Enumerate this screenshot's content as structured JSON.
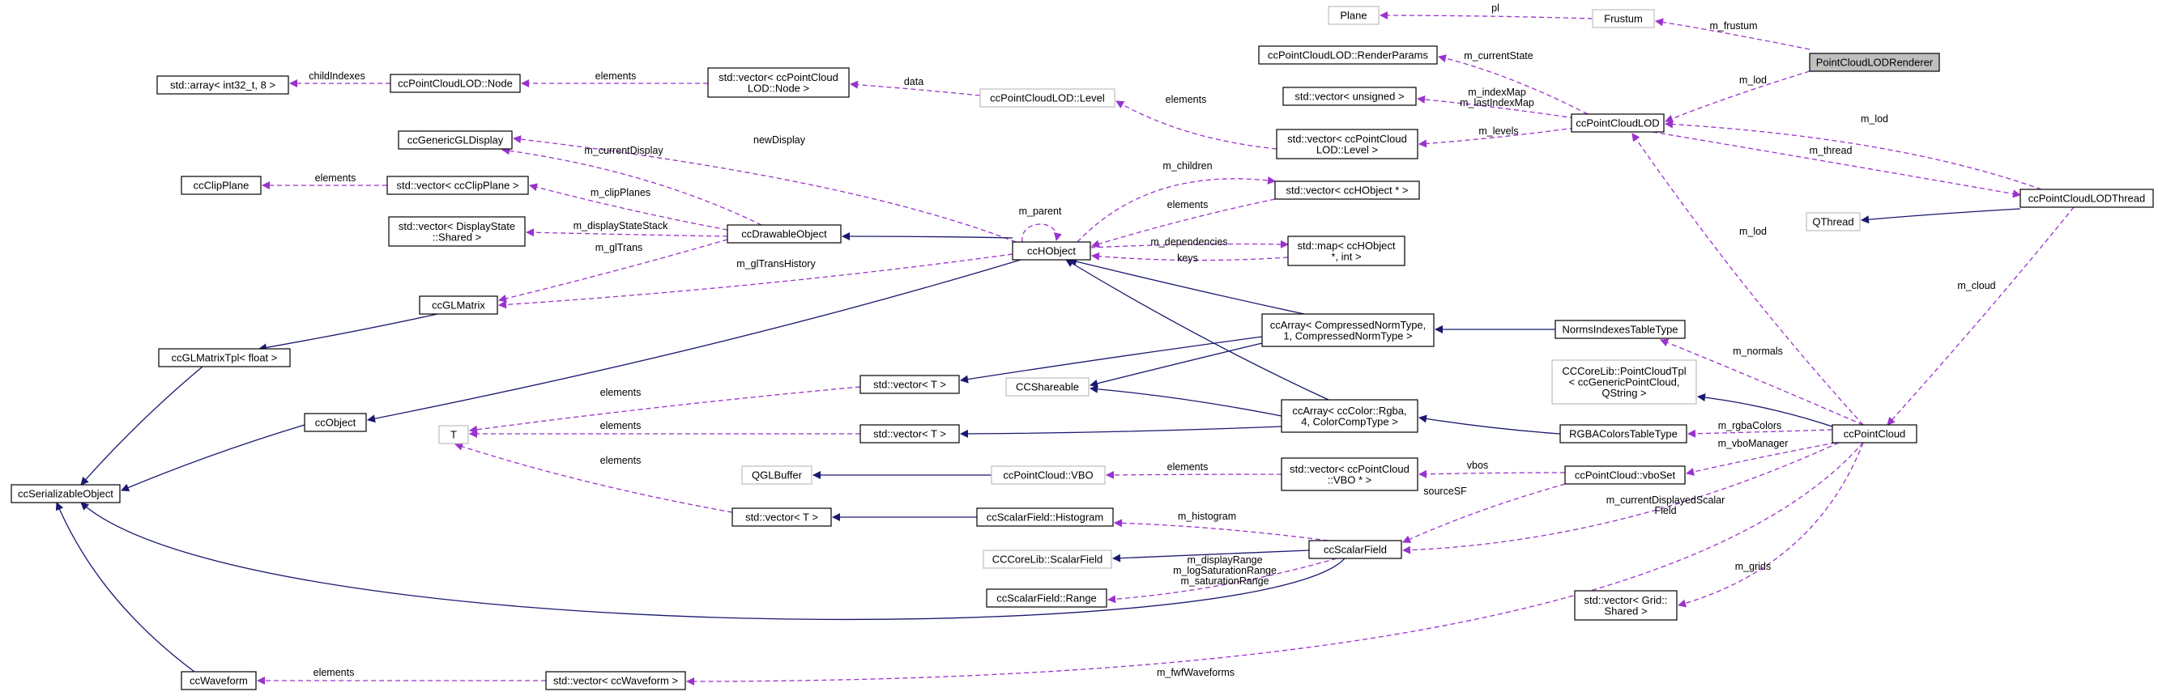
{
  "colors": {
    "inheritance": "#191970",
    "usage": "#9a32cd",
    "node_border": "#000000",
    "undocumented_border": "#bfbfbf",
    "selected_fill": "#bfbfbf"
  },
  "nodes": [
    {
      "id": "Plane",
      "lines": [
        "Plane"
      ],
      "style": "gray"
    },
    {
      "id": "Frustum",
      "lines": [
        "Frustum"
      ],
      "style": "gray"
    },
    {
      "id": "PointCloudLODRenderer",
      "lines": [
        "PointCloudLODRenderer"
      ],
      "style": "selected"
    },
    {
      "id": "RenderParams",
      "lines": [
        "ccPointCloudLOD::RenderParams"
      ],
      "style": "normal"
    },
    {
      "id": "VecUnsigned",
      "lines": [
        "std::vector< unsigned >"
      ],
      "style": "normal"
    },
    {
      "id": "ccPointCloudLOD",
      "lines": [
        "ccPointCloudLOD"
      ],
      "style": "normal"
    },
    {
      "id": "VecLevel",
      "lines": [
        "std::vector< ccPointCloud",
        "LOD::Level >"
      ],
      "style": "normal"
    },
    {
      "id": "Level",
      "lines": [
        "ccPointCloudLOD::Level"
      ],
      "style": "gray"
    },
    {
      "id": "VecNode",
      "lines": [
        "std::vector< ccPointCloud",
        "LOD::Node >"
      ],
      "style": "normal"
    },
    {
      "id": "LODNode",
      "lines": [
        "ccPointCloudLOD::Node"
      ],
      "style": "normal"
    },
    {
      "id": "Array8",
      "lines": [
        "std::array< int32_t, 8 >"
      ],
      "style": "normal"
    },
    {
      "id": "ccGenericGLDisplay",
      "lines": [
        "ccGenericGLDisplay"
      ],
      "style": "normal"
    },
    {
      "id": "ccClipPlane",
      "lines": [
        "ccClipPlane"
      ],
      "style": "normal"
    },
    {
      "id": "VecClipPlane",
      "lines": [
        "std::vector< ccClipPlane >"
      ],
      "style": "normal"
    },
    {
      "id": "VecDisplayState",
      "lines": [
        "std::vector< DisplayState",
        "::Shared >"
      ],
      "style": "normal"
    },
    {
      "id": "ccDrawableObject",
      "lines": [
        "ccDrawableObject"
      ],
      "style": "normal"
    },
    {
      "id": "ccHObject",
      "lines": [
        "ccHObject"
      ],
      "style": "normal"
    },
    {
      "id": "VecHObject",
      "lines": [
        "std::vector< ccHObject * >"
      ],
      "style": "normal"
    },
    {
      "id": "MapHObject",
      "lines": [
        "std::map< ccHObject",
        "*, int >"
      ],
      "style": "normal"
    },
    {
      "id": "ccGLMatrix",
      "lines": [
        "ccGLMatrix"
      ],
      "style": "normal"
    },
    {
      "id": "ccGLMatrixTpl",
      "lines": [
        "ccGLMatrixTpl< float >"
      ],
      "style": "normal"
    },
    {
      "id": "ccObject",
      "lines": [
        "ccObject"
      ],
      "style": "normal"
    },
    {
      "id": "ccSerializableObject",
      "lines": [
        "ccSerializableObject"
      ],
      "style": "normal"
    },
    {
      "id": "ccWaveform",
      "lines": [
        "ccWaveform"
      ],
      "style": "normal"
    },
    {
      "id": "VecWaveform",
      "lines": [
        "std::vector< ccWaveform >"
      ],
      "style": "normal"
    },
    {
      "id": "ccArrayNorm",
      "lines": [
        "ccArray< CompressedNormType,",
        "1, CompressedNormType >"
      ],
      "style": "normal"
    },
    {
      "id": "NormsIndexesTableType",
      "lines": [
        "NormsIndexesTableType"
      ],
      "style": "normal"
    },
    {
      "id": "VecT1",
      "lines": [
        "std::vector< T >"
      ],
      "style": "normal"
    },
    {
      "id": "CCShareable",
      "lines": [
        "CCShareable"
      ],
      "style": "gray"
    },
    {
      "id": "T",
      "lines": [
        "T"
      ],
      "style": "gray"
    },
    {
      "id": "VecT2",
      "lines": [
        "std::vector< T >"
      ],
      "style": "normal"
    },
    {
      "id": "ccArrayRgba",
      "lines": [
        "ccArray< ccColor::Rgba,",
        "4, ColorCompType >"
      ],
      "style": "normal"
    },
    {
      "id": "RGBAColorsTableType",
      "lines": [
        "RGBAColorsTableType"
      ],
      "style": "normal"
    },
    {
      "id": "CCCoreLibPointCloudTpl",
      "lines": [
        "CCCoreLib::PointCloudTpl",
        "< ccGenericPointCloud,",
        "QString >"
      ],
      "style": "gray"
    },
    {
      "id": "ccPointCloud",
      "lines": [
        "ccPointCloud"
      ],
      "style": "normal"
    },
    {
      "id": "QThread",
      "lines": [
        "QThread"
      ],
      "style": "gray"
    },
    {
      "id": "ccPointCloudLODThread",
      "lines": [
        "ccPointCloudLODThread"
      ],
      "style": "normal"
    },
    {
      "id": "QGLBuffer",
      "lines": [
        "QGLBuffer"
      ],
      "style": "gray"
    },
    {
      "id": "VBO",
      "lines": [
        "ccPointCloud::VBO"
      ],
      "style": "gray"
    },
    {
      "id": "VecVBO",
      "lines": [
        "std::vector< ccPointCloud",
        "::VBO * >"
      ],
      "style": "normal"
    },
    {
      "id": "vboSet",
      "lines": [
        "ccPointCloud::vboSet"
      ],
      "style": "normal"
    },
    {
      "id": "VecT3",
      "lines": [
        "std::vector< T >"
      ],
      "style": "normal"
    },
    {
      "id": "Histogram",
      "lines": [
        "ccScalarField::Histogram"
      ],
      "style": "normal"
    },
    {
      "id": "CCCoreLibScalarField",
      "lines": [
        "CCCoreLib::ScalarField"
      ],
      "style": "gray"
    },
    {
      "id": "ccScalarField",
      "lines": [
        "ccScalarField"
      ],
      "style": "normal"
    },
    {
      "id": "Range",
      "lines": [
        "ccScalarField::Range"
      ],
      "style": "normal"
    },
    {
      "id": "VecGrid",
      "lines": [
        "std::vector< Grid::",
        "Shared >"
      ],
      "style": "normal"
    }
  ],
  "edges": [
    {
      "kind": "use",
      "from": "Frustum",
      "to": "Plane",
      "label": [
        "pl"
      ]
    },
    {
      "kind": "use",
      "from": "PointCloudLODRenderer",
      "to": "Frustum",
      "label": [
        "m_frustum"
      ]
    },
    {
      "kind": "use",
      "from": "PointCloudLODRenderer",
      "to": "ccPointCloudLOD",
      "label": [
        "m_lod"
      ]
    },
    {
      "kind": "use",
      "from": "ccPointCloudLOD",
      "to": "RenderParams",
      "label": [
        "m_currentState"
      ]
    },
    {
      "kind": "use",
      "from": "ccPointCloudLOD",
      "to": "VecUnsigned",
      "label": [
        "m_indexMap",
        "m_lastIndexMap"
      ]
    },
    {
      "kind": "use",
      "from": "ccPointCloudLOD",
      "to": "VecLevel",
      "label": [
        "m_levels"
      ]
    },
    {
      "kind": "use",
      "from": "ccPointCloudLOD",
      "to": "ccPointCloudLODThread",
      "label": [
        "m_thread"
      ]
    },
    {
      "kind": "use",
      "from": "ccPointCloudLODThread",
      "to": "ccPointCloudLOD",
      "label": [
        "m_lod"
      ]
    },
    {
      "kind": "inh",
      "from": "ccPointCloudLODThread",
      "to": "QThread",
      "label": []
    },
    {
      "kind": "use",
      "from": "ccPointCloudLODThread",
      "to": "ccPointCloud",
      "label": [
        "m_cloud"
      ]
    },
    {
      "kind": "use",
      "from": "ccPointCloud",
      "to": "ccPointCloudLOD",
      "label": [
        "m_lod"
      ]
    },
    {
      "kind": "use",
      "from": "VecLevel",
      "to": "Level",
      "label": [
        "elements"
      ]
    },
    {
      "kind": "use",
      "from": "Level",
      "to": "VecNode",
      "label": [
        "data"
      ]
    },
    {
      "kind": "use",
      "from": "VecNode",
      "to": "LODNode",
      "label": [
        "elements"
      ]
    },
    {
      "kind": "use",
      "from": "LODNode",
      "to": "Array8",
      "label": [
        "childIndexes"
      ]
    },
    {
      "kind": "use",
      "from": "ccHObject",
      "to": "ccGenericGLDisplay",
      "label": [
        "newDisplay"
      ]
    },
    {
      "kind": "use",
      "from": "ccDrawableObject",
      "to": "ccGenericGLDisplay",
      "label": [
        "m_currentDisplay"
      ]
    },
    {
      "kind": "use",
      "from": "VecClipPlane",
      "to": "ccClipPlane",
      "label": [
        "elements"
      ]
    },
    {
      "kind": "use",
      "from": "ccDrawableObject",
      "to": "VecClipPlane",
      "label": [
        "m_clipPlanes"
      ]
    },
    {
      "kind": "use",
      "from": "ccDrawableObject",
      "to": "VecDisplayState",
      "label": [
        "m_displayStateStack"
      ]
    },
    {
      "kind": "use",
      "from": "ccDrawableObject",
      "to": "ccGLMatrix",
      "label": [
        "m_glTrans"
      ]
    },
    {
      "kind": "use",
      "from": "ccHObject",
      "to": "ccGLMatrix",
      "label": [
        "m_glTransHistory"
      ]
    },
    {
      "kind": "inh",
      "from": "ccHObject",
      "to": "ccDrawableObject",
      "label": []
    },
    {
      "kind": "use",
      "from": "ccHObject",
      "to": "ccHObject",
      "label": [
        "m_parent"
      ]
    },
    {
      "kind": "use",
      "from": "ccHObject",
      "to": "VecHObject",
      "label": [
        "m_children"
      ]
    },
    {
      "kind": "use",
      "from": "VecHObject",
      "to": "ccHObject",
      "label": [
        "elements"
      ]
    },
    {
      "kind": "use",
      "from": "ccHObject",
      "to": "MapHObject",
      "label": [
        "m_dependencies"
      ]
    },
    {
      "kind": "use",
      "from": "MapHObject",
      "to": "ccHObject",
      "label": [
        "keys"
      ]
    },
    {
      "kind": "inh",
      "from": "ccGLMatrix",
      "to": "ccGLMatrixTpl",
      "label": []
    },
    {
      "kind": "inh",
      "from": "ccGLMatrixTpl",
      "to": "ccSerializableObject",
      "label": []
    },
    {
      "kind": "inh",
      "from": "ccHObject",
      "to": "ccObject",
      "label": []
    },
    {
      "kind": "inh",
      "from": "ccObject",
      "to": "ccSerializableObject",
      "label": []
    },
    {
      "kind": "inh",
      "from": "ccWaveform",
      "to": "ccSerializableObject",
      "label": []
    },
    {
      "kind": "inh",
      "from": "ccScalarField",
      "to": "ccSerializableObject",
      "label": []
    },
    {
      "kind": "use",
      "from": "VecWaveform",
      "to": "ccWaveform",
      "label": [
        "elements"
      ]
    },
    {
      "kind": "use",
      "from": "ccPointCloud",
      "to": "VecWaveform",
      "label": [
        "m_fwfWaveforms"
      ]
    },
    {
      "kind": "inh",
      "from": "ccArrayNorm",
      "to": "ccHObject",
      "label": []
    },
    {
      "kind": "inh",
      "from": "ccArrayRgba",
      "to": "ccHObject",
      "label": []
    },
    {
      "kind": "inh",
      "from": "ccArrayNorm",
      "to": "VecT1",
      "label": []
    },
    {
      "kind": "inh",
      "from": "ccArrayNorm",
      "to": "CCShareable",
      "label": []
    },
    {
      "kind": "inh",
      "from": "ccArrayRgba",
      "to": "CCShareable",
      "label": []
    },
    {
      "kind": "inh",
      "from": "ccArrayRgba",
      "to": "VecT2",
      "label": []
    },
    {
      "kind": "inh",
      "from": "NormsIndexesTableType",
      "to": "ccArrayNorm",
      "label": []
    },
    {
      "kind": "inh",
      "from": "RGBAColorsTableType",
      "to": "ccArrayRgba",
      "label": []
    },
    {
      "kind": "use",
      "from": "VecT1",
      "to": "T",
      "label": [
        "elements"
      ]
    },
    {
      "kind": "use",
      "from": "VecT2",
      "to": "T",
      "label": [
        "elements"
      ]
    },
    {
      "kind": "use",
      "from": "VecT3",
      "to": "T",
      "label": [
        "elements"
      ]
    },
    {
      "kind": "inh",
      "from": "ccPointCloud",
      "to": "CCCoreLibPointCloudTpl",
      "label": []
    },
    {
      "kind": "use",
      "from": "ccPointCloud",
      "to": "NormsIndexesTableType",
      "label": [
        "m_normals"
      ]
    },
    {
      "kind": "use",
      "from": "ccPointCloud",
      "to": "RGBAColorsTableType",
      "label": [
        "m_rgbaColors"
      ]
    },
    {
      "kind": "use",
      "from": "ccPointCloud",
      "to": "vboSet",
      "label": [
        "m_vboManager"
      ]
    },
    {
      "kind": "use",
      "from": "ccPointCloud",
      "to": "ccScalarField",
      "label": [
        "m_currentDisplayedScalar",
        "Field"
      ]
    },
    {
      "kind": "use",
      "from": "ccPointCloud",
      "to": "VecGrid",
      "label": [
        "m_grids"
      ]
    },
    {
      "kind": "inh",
      "from": "VBO",
      "to": "QGLBuffer",
      "label": []
    },
    {
      "kind": "use",
      "from": "VecVBO",
      "to": "VBO",
      "label": [
        "elements"
      ]
    },
    {
      "kind": "use",
      "from": "vboSet",
      "to": "VecVBO",
      "label": [
        "vbos"
      ]
    },
    {
      "kind": "use",
      "from": "vboSet",
      "to": "ccScalarField",
      "label": [
        "sourceSF"
      ]
    },
    {
      "kind": "inh",
      "from": "Histogram",
      "to": "VecT3",
      "label": []
    },
    {
      "kind": "use",
      "from": "ccScalarField",
      "to": "Histogram",
      "label": [
        "m_histogram"
      ]
    },
    {
      "kind": "inh",
      "from": "ccScalarField",
      "to": "CCCoreLibScalarField",
      "label": []
    },
    {
      "kind": "use",
      "from": "ccScalarField",
      "to": "Range",
      "label": [
        "m_displayRange",
        "m_logSaturationRange",
        "m_saturationRange"
      ]
    }
  ]
}
